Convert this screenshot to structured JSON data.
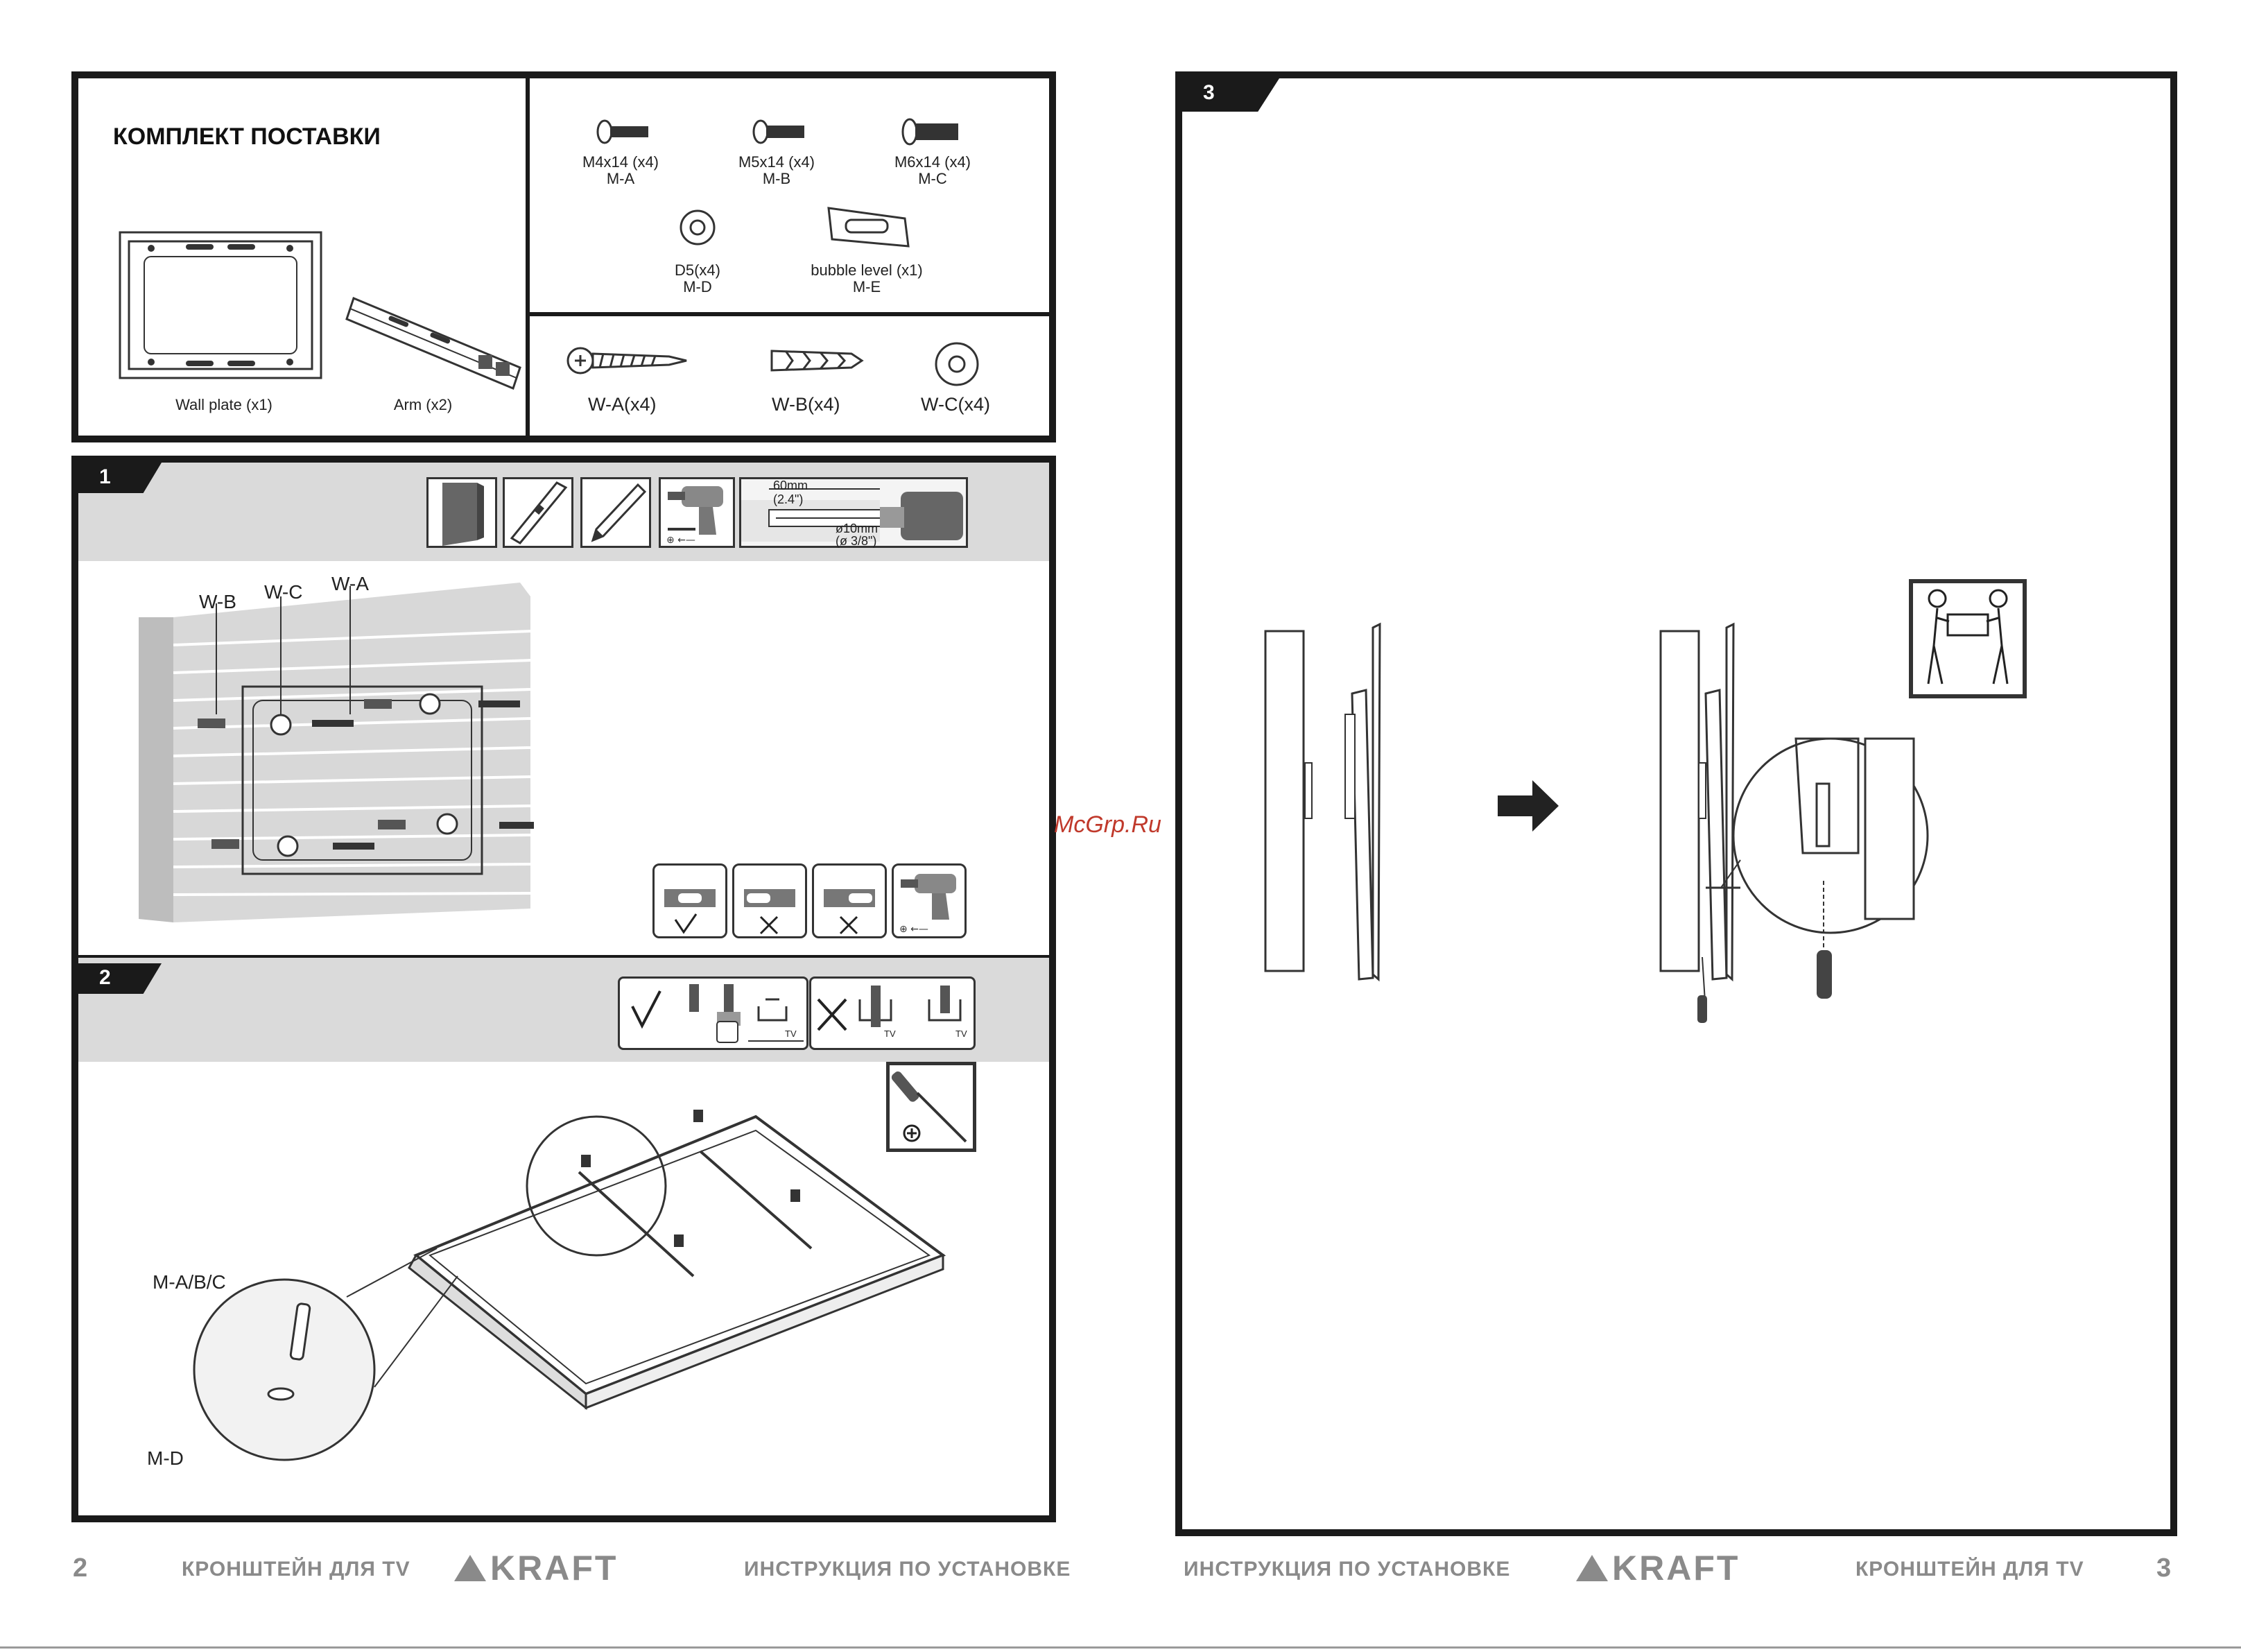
{
  "left_page": {
    "contents": {
      "title": "КОМПЛЕКТ ПОСТАВКИ",
      "wall_plate": "Wall plate (x1)",
      "arm": "Arm (x2)",
      "m_a": {
        "line1": "M4x14 (x4)",
        "line2": "M-A"
      },
      "m_b": {
        "line1": "M5x14 (x4)",
        "line2": "M-B"
      },
      "m_c": {
        "line1": "M6x14 (x4)",
        "line2": "M-C"
      },
      "m_d": {
        "line1": "D5(x4)",
        "line2": "M-D"
      },
      "m_e": {
        "line1": "bubble level (x1)",
        "line2": "M-E"
      },
      "w_a": "W-A(x4)",
      "w_b": "W-B(x4)",
      "w_c": "W-C(x4)"
    },
    "step1": {
      "number": "1",
      "depth": "60mm",
      "depth_in": "(2.4\")",
      "diameter": "ø10mm",
      "diameter_in": "(ø 3/8\")",
      "callout_wb": "W-B",
      "callout_wc": "W-C",
      "callout_wa": "W-A"
    },
    "step2": {
      "number": "2",
      "tv_label": "TV",
      "callout_mabc": "M-A/B/C",
      "callout_md": "M-D"
    },
    "footer": {
      "page": "2",
      "product": "КРОНШТЕЙН ДЛЯ TV",
      "brand": "KRAFT",
      "manual": "ИНСТРУКЦИЯ ПО УСТАНОВКЕ"
    }
  },
  "right_page": {
    "step3": {
      "number": "3"
    },
    "footer": {
      "manual": "ИНСТРУКЦИЯ ПО УСТАНОВКЕ",
      "brand": "KRAFT",
      "product": "КРОНШТЕЙН ДЛЯ TV",
      "page": "3"
    }
  },
  "watermark": "McGrp.Ru",
  "colors": {
    "frame": "#1a1a1a",
    "step_bar": "#dadada",
    "footer_text": "#8a8a8a",
    "watermark": "#c0392b",
    "brick": "#d8d8d8"
  }
}
